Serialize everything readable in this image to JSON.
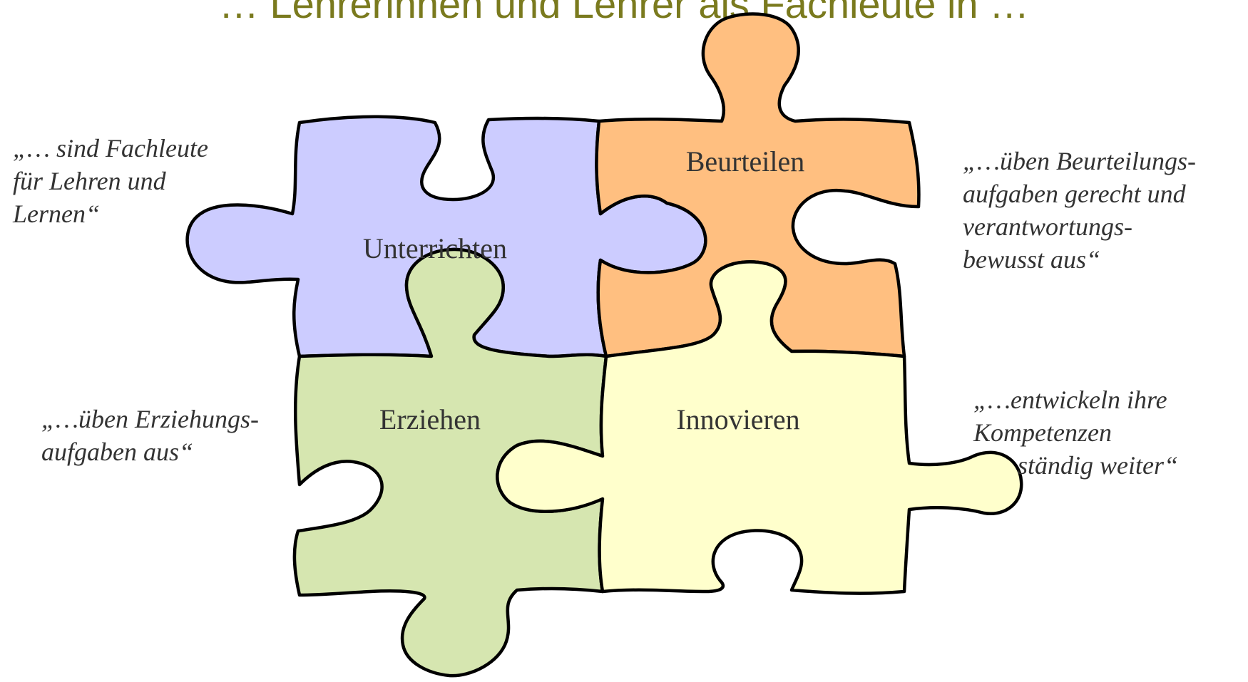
{
  "title": "… Lehrerinnen und Lehrer als Fachleute in …",
  "colors": {
    "title": "#7a7a1e",
    "unterrichten": "#ccccff",
    "beurteilen": "#ffbf80",
    "erziehen": "#d6e6b0",
    "innovieren": "#ffffcc",
    "outline": "#000000"
  },
  "pieces": {
    "unterrichten": "Unterrichten",
    "beurteilen": "Beurteilen",
    "erziehen": "Erziehen",
    "innovieren": "Innovieren"
  },
  "quotes": {
    "unterrichten": [
      "„… sind Fachleute",
      "für Lehren und",
      "Lernen“"
    ],
    "beurteilen": [
      "„…üben Beurteilungs-",
      "aufgaben gerecht und",
      "verantwortungs-",
      "bewusst aus“"
    ],
    "erziehen": [
      "„…üben Erziehungs-",
      "aufgaben aus“"
    ],
    "innovieren": [
      "„…entwickeln ihre",
      "Kompetenzen",
      "ständig weiter“"
    ]
  }
}
